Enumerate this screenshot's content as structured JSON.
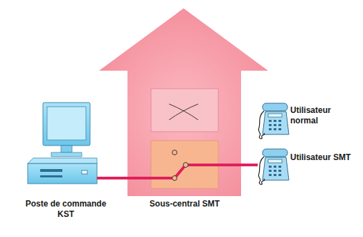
{
  "diagram": {
    "nodes": [
      {
        "text": [
          "Poste de commande KST"
        ]
      },
      {
        "text": [
          "Sous-central SMT"
        ]
      },
      {
        "text": [
          "Utilisateur normal"
        ]
      },
      {
        "text": [
          "Utilisateur SMT"
        ]
      }
    ],
    "edges": [
      {
        "from": 0,
        "to": 1,
        "arrow": "none"
      },
      {
        "from": 1,
        "to": 3,
        "arrow": "none"
      }
    ]
  }
}
